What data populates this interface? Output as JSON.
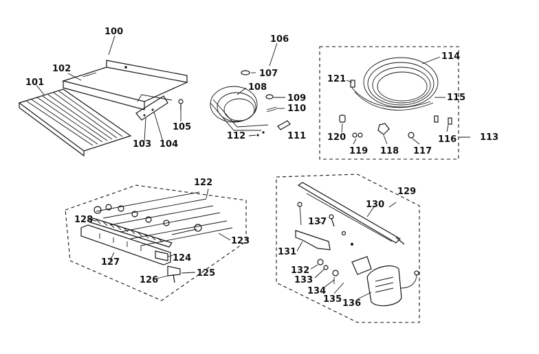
{
  "labels": {
    "l100": "100",
    "l101": "101",
    "l102": "102",
    "l103": "103",
    "l104": "104",
    "l105": "105",
    "l106": "106",
    "l107": "107",
    "l108": "108",
    "l109": "109",
    "l110": "110",
    "l111": "111",
    "l112": "112",
    "l113": "113",
    "l114": "114",
    "l115": "115",
    "l116": "116",
    "l117": "117",
    "l118": "118",
    "l119": "119",
    "l120": "120",
    "l121": "121",
    "l122": "122",
    "l123": "123",
    "l124": "124",
    "l125": "125",
    "l126": "126",
    "l127": "127",
    "l128": "128",
    "l129": "129",
    "l130": "130",
    "l131": "131",
    "l132": "132",
    "l133": "133",
    "l134": "134",
    "l135": "135",
    "l136": "136",
    "l137": "137"
  }
}
